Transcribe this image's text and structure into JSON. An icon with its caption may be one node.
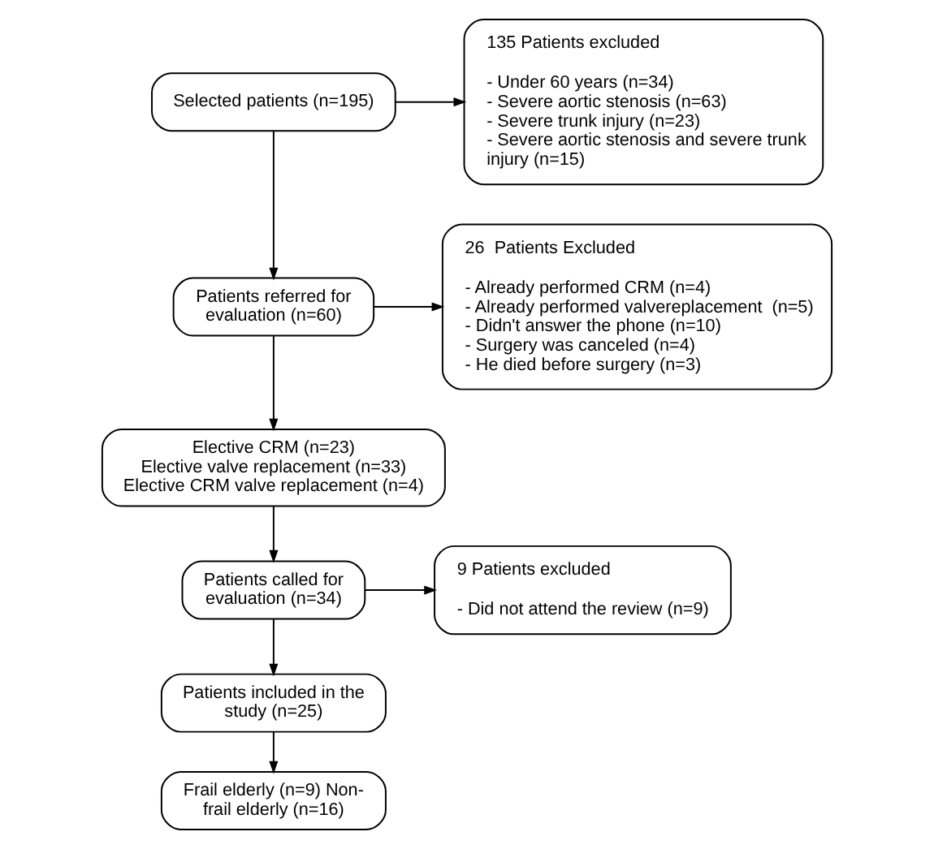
{
  "diagram": {
    "nodes": [
      {
        "text": [
          "Selected patients (n=195)"
        ]
      },
      {
        "text": [
          "135 Patients excluded",
          "- Under 60 years (n=34)",
          "- Severe aortic stenosis (n=63)",
          "- Severe trunk injury (n=23)",
          "- Severe aortic stenosis and severe trunk injury (n=15)"
        ]
      },
      {
        "text": [
          "Patients referred for evaluation (n=60)"
        ]
      },
      {
        "text": [
          "26  Patients Excluded",
          "- Already performed CRM (n=4)",
          "- Already performed valvereplacement  (n=5)",
          "- Didn't answer the phone (n=10)",
          "- Surgery was canceled (n=4)",
          "- He died before surgery (n=3)"
        ]
      },
      {
        "text": [
          "Elective CRM (n=23)",
          "Elective valve replacement (n=33)",
          "Elective CRM valve replacement (n=4)"
        ]
      },
      {
        "text": [
          "Patients called for evaluation (n=34)"
        ]
      },
      {
        "text": [
          "9 Patients excluded",
          "- Did not attend the review (n=9)"
        ]
      },
      {
        "text": [
          "Patients included in the study (n=25)"
        ]
      },
      {
        "text": [
          "Frail elderly (n=9) Non-frail elderly (n=16)"
        ]
      }
    ],
    "edges": [
      {
        "from": 0,
        "to": 2,
        "arrow": "to"
      },
      {
        "from": 0,
        "to": 1,
        "arrow": "to"
      },
      {
        "from": 2,
        "to": 4,
        "arrow": "to"
      },
      {
        "from": 2,
        "to": 3,
        "arrow": "to"
      },
      {
        "from": 4,
        "to": 5,
        "arrow": "to"
      },
      {
        "from": 5,
        "to": 7,
        "arrow": "to"
      },
      {
        "from": 5,
        "to": 6,
        "arrow": "to"
      },
      {
        "from": 7,
        "to": 8,
        "arrow": "to"
      }
    ]
  }
}
